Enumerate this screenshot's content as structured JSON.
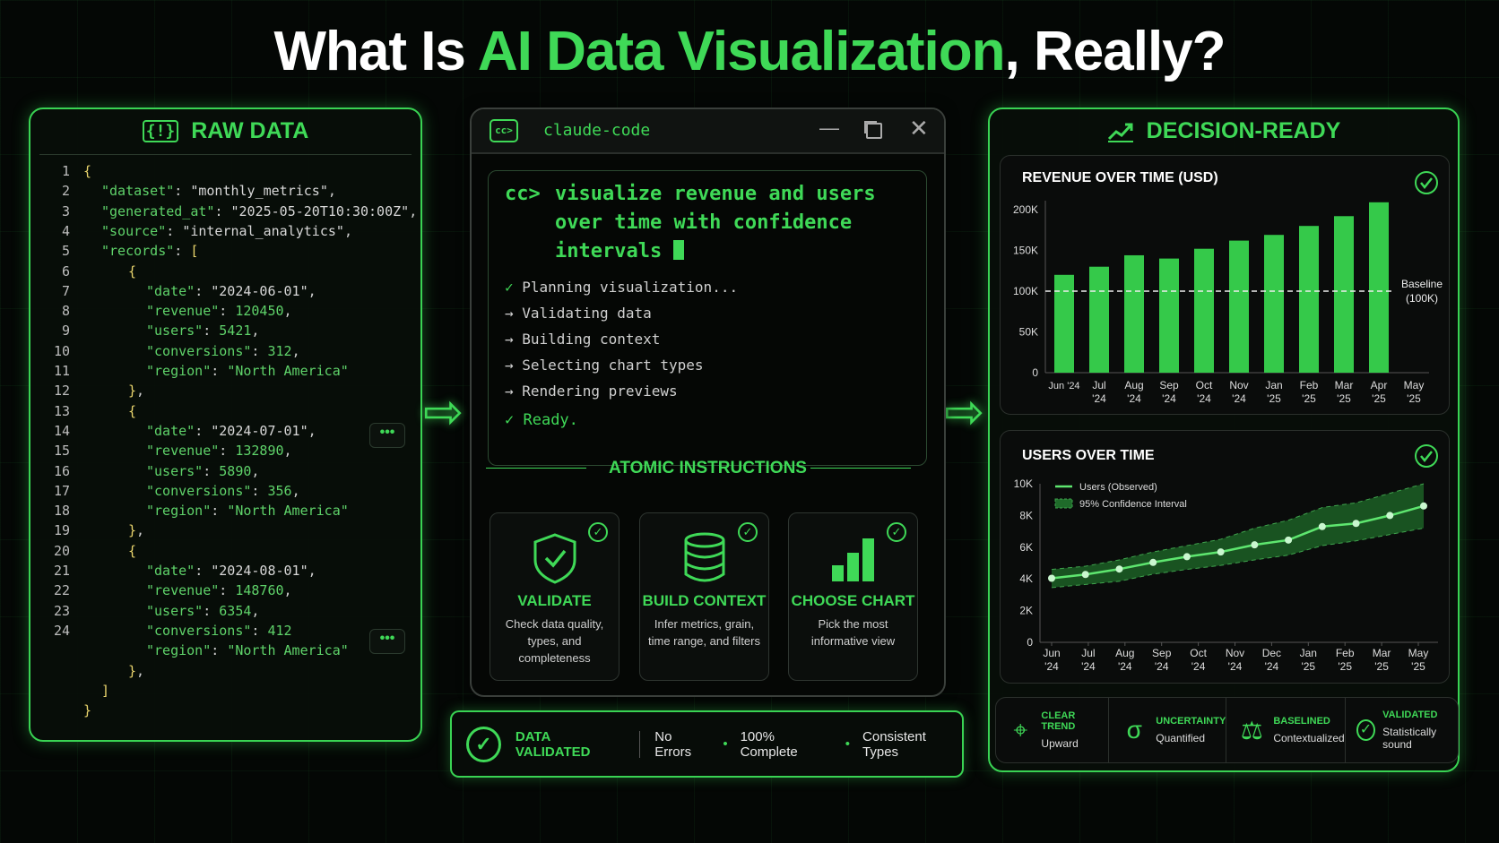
{
  "title": {
    "pre": "What Is ",
    "highlight": "AI Data Visualization",
    "post": ", Really?"
  },
  "colors": {
    "accent": "#3fd957",
    "background": "#040705",
    "bar": "#35c94a",
    "ci_band": "#1f6b2a"
  },
  "raw_data": {
    "title": "RAW DATA",
    "icon": "json-braces-icon",
    "more_label": "•••",
    "lines": [
      {
        "n": "1",
        "i": 0,
        "t": [
          [
            "b",
            "{"
          ]
        ]
      },
      {
        "n": "2",
        "i": 1,
        "t": [
          [
            "k",
            "\"dataset\""
          ],
          [
            "p",
            ": "
          ],
          [
            "s",
            "\"monthly_metrics\""
          ],
          [
            "p",
            ","
          ]
        ]
      },
      {
        "n": "3",
        "i": 1,
        "t": [
          [
            "k",
            "\"generated_at\""
          ],
          [
            "p",
            ": "
          ],
          [
            "s",
            "\"2025-05-20T10:30:00Z\""
          ],
          [
            "p",
            ","
          ]
        ]
      },
      {
        "n": "4",
        "i": 1,
        "t": [
          [
            "k",
            "\"source\""
          ],
          [
            "p",
            ": "
          ],
          [
            "s",
            "\"internal_analytics\""
          ],
          [
            "p",
            ","
          ]
        ]
      },
      {
        "n": "5",
        "i": 1,
        "t": [
          [
            "k",
            "\"records\""
          ],
          [
            "p",
            ": "
          ],
          [
            "b",
            "["
          ]
        ]
      },
      {
        "n": "6",
        "i": 2,
        "t": [
          [
            "b",
            "{"
          ]
        ]
      },
      {
        "n": "7",
        "i": 3,
        "t": [
          [
            "k",
            "\"date\""
          ],
          [
            "p",
            ": "
          ],
          [
            "s",
            "\"2024-06-01\""
          ],
          [
            "p",
            ","
          ]
        ]
      },
      {
        "n": "8",
        "i": 3,
        "t": [
          [
            "k",
            "\"revenue\""
          ],
          [
            "p",
            ": "
          ],
          [
            "v",
            "120450"
          ],
          [
            "p",
            ","
          ]
        ]
      },
      {
        "n": "9",
        "i": 3,
        "t": [
          [
            "k",
            "\"users\""
          ],
          [
            "p",
            ": "
          ],
          [
            "v",
            "5421"
          ],
          [
            "p",
            ","
          ]
        ]
      },
      {
        "n": "10",
        "i": 3,
        "t": [
          [
            "k",
            "\"conversions\""
          ],
          [
            "p",
            ": "
          ],
          [
            "v",
            "312"
          ],
          [
            "p",
            ","
          ]
        ]
      },
      {
        "n": "11",
        "i": 3,
        "t": [
          [
            "k",
            "\"region\""
          ],
          [
            "p",
            ": "
          ],
          [
            "v",
            "\"North America\""
          ]
        ]
      },
      {
        "n": "12",
        "i": 2,
        "t": [
          [
            "b",
            "}"
          ],
          [
            "p",
            ","
          ]
        ]
      },
      {
        "n": "13",
        "i": 2,
        "t": [
          [
            "b",
            "{"
          ]
        ]
      },
      {
        "n": "14",
        "i": 3,
        "t": [
          [
            "k",
            "\"date\""
          ],
          [
            "p",
            ": "
          ],
          [
            "s",
            "\"2024-07-01\""
          ],
          [
            "p",
            ","
          ]
        ]
      },
      {
        "n": "15",
        "i": 3,
        "t": [
          [
            "k",
            "\"revenue\""
          ],
          [
            "p",
            ": "
          ],
          [
            "v",
            "132890"
          ],
          [
            "p",
            ","
          ]
        ]
      },
      {
        "n": "16",
        "i": 3,
        "t": [
          [
            "k",
            "\"users\""
          ],
          [
            "p",
            ": "
          ],
          [
            "v",
            "5890"
          ],
          [
            "p",
            ","
          ]
        ]
      },
      {
        "n": "17",
        "i": 3,
        "t": [
          [
            "k",
            "\"conversions\""
          ],
          [
            "p",
            ": "
          ],
          [
            "v",
            "356"
          ],
          [
            "p",
            ","
          ]
        ]
      },
      {
        "n": "18",
        "i": 3,
        "t": [
          [
            "k",
            "\"region\""
          ],
          [
            "p",
            ": "
          ],
          [
            "v",
            "\"North America\""
          ]
        ]
      },
      {
        "n": "19",
        "i": 2,
        "t": [
          [
            "b",
            "}"
          ],
          [
            "p",
            ","
          ]
        ]
      },
      {
        "n": "20",
        "i": 2,
        "t": [
          [
            "b",
            "{"
          ]
        ]
      },
      {
        "n": "21",
        "i": 3,
        "t": [
          [
            "k",
            "\"date\""
          ],
          [
            "p",
            ": "
          ],
          [
            "s",
            "\"2024-08-01\""
          ],
          [
            "p",
            ","
          ]
        ]
      },
      {
        "n": "22",
        "i": 3,
        "t": [
          [
            "k",
            "\"revenue\""
          ],
          [
            "p",
            ": "
          ],
          [
            "v",
            "148760"
          ],
          [
            "p",
            ","
          ]
        ]
      },
      {
        "n": "23",
        "i": 3,
        "t": [
          [
            "k",
            "\"users\""
          ],
          [
            "p",
            ": "
          ],
          [
            "v",
            "6354"
          ],
          [
            "p",
            ","
          ]
        ]
      },
      {
        "n": "24",
        "i": 3,
        "t": [
          [
            "k",
            "\"conversions\""
          ],
          [
            "p",
            ": "
          ],
          [
            "v",
            "412"
          ]
        ]
      },
      {
        "n": "",
        "i": 3,
        "t": [
          [
            "k",
            "\"region\""
          ],
          [
            "p",
            ": "
          ],
          [
            "v",
            "\"North America\""
          ]
        ]
      },
      {
        "n": "",
        "i": 2,
        "t": [
          [
            "b",
            "}"
          ],
          [
            "p",
            ","
          ]
        ]
      },
      {
        "n": "",
        "i": 1,
        "t": [
          [
            "b",
            "]"
          ]
        ]
      },
      {
        "n": "",
        "i": 0,
        "t": [
          [
            "b",
            "}"
          ]
        ]
      }
    ]
  },
  "terminal": {
    "window_title": "claude-code",
    "app_icon": "cc-logo-icon",
    "prompt": "cc>",
    "command_lines": [
      "visualize revenue and users",
      "over time with confidence",
      "intervals"
    ],
    "steps": [
      {
        "icon": "check",
        "text": "Planning visualization..."
      },
      {
        "icon": "arrow",
        "text": "Validating data"
      },
      {
        "icon": "arrow",
        "text": "Building context"
      },
      {
        "icon": "arrow",
        "text": "Selecting chart types"
      },
      {
        "icon": "arrow",
        "text": "Rendering previews"
      },
      {
        "icon": "check",
        "text": "Ready."
      }
    ],
    "section_title": "ATOMIC INSTRUCTIONS",
    "cards": [
      {
        "icon": "shield-check-icon",
        "title": "VALIDATE",
        "desc1": "Check data quality,",
        "desc2": "types, and completeness"
      },
      {
        "icon": "database-icon",
        "title": "BUILD CONTEXT",
        "desc1": "Infer metrics, grain,",
        "desc2": "time range, and filters"
      },
      {
        "icon": "bar-chart-icon",
        "title": "CHOOSE CHART",
        "desc1": "Pick the most",
        "desc2": "informative view"
      }
    ]
  },
  "validation": {
    "label": "DATA VALIDATED",
    "items": [
      "No Errors",
      "100% Complete",
      "Consistent Types"
    ],
    "sep": "•"
  },
  "decision": {
    "title": "DECISION-READY",
    "icon": "trending-chart-icon"
  },
  "chart_data": [
    {
      "type": "bar",
      "title": "REVENUE OVER TIME (USD)",
      "categories": [
        "Jun '24",
        "Jul '24",
        "Aug '24",
        "Sep '24",
        "Oct '24",
        "Nov '24",
        "Jan '25",
        "Feb '25",
        "Mar '25",
        "Apr '25",
        "May '25"
      ],
      "values": [
        120000,
        130000,
        144000,
        140000,
        152000,
        162000,
        169000,
        180000,
        192000,
        209000,
        null
      ],
      "ylim": [
        0,
        200000
      ],
      "yticks": [
        "0",
        "50K",
        "100K",
        "150K",
        "200K"
      ],
      "baseline": {
        "value": 100000,
        "label1": "Baseline",
        "label2": "(100K)"
      },
      "grid": false
    },
    {
      "type": "line",
      "title": "USERS OVER TIME",
      "x_tick_labels": [
        "Jun '24",
        "Jul '24",
        "Aug '24",
        "Sep '24",
        "Oct '24",
        "Nov '24",
        "Dec '24",
        "Jan '25",
        "Feb '25",
        "Mar '25",
        "May '25"
      ],
      "series": [
        {
          "name": "Users (Observed)",
          "values": [
            4040,
            4280,
            4620,
            5040,
            5400,
            5700,
            6150,
            6450,
            7300,
            7500,
            8000,
            8600
          ]
        },
        {
          "name": "95% Confidence Interval",
          "lower": [
            3450,
            3650,
            3850,
            4300,
            4600,
            4850,
            5200,
            5500,
            6100,
            6400,
            6800,
            7200
          ],
          "upper": [
            4600,
            4800,
            5200,
            5700,
            6100,
            6500,
            7200,
            7700,
            8500,
            8800,
            9400,
            10000
          ]
        }
      ],
      "ylim": [
        0,
        10000
      ],
      "yticks": [
        "0",
        "2K",
        "4K",
        "6K",
        "8K",
        "10K"
      ],
      "legend": "top-left",
      "grid": false
    }
  ],
  "summary": [
    {
      "icon": "target-icon",
      "title": "CLEAR TREND",
      "sub": "Upward"
    },
    {
      "icon": "sigma-icon",
      "title": "UNCERTAINTY",
      "sub": "Quantified"
    },
    {
      "icon": "scale-icon",
      "title": "BASELINED",
      "sub": "Contextualized"
    },
    {
      "icon": "check-circle-icon",
      "title": "VALIDATED",
      "sub": "Statistically sound"
    }
  ]
}
